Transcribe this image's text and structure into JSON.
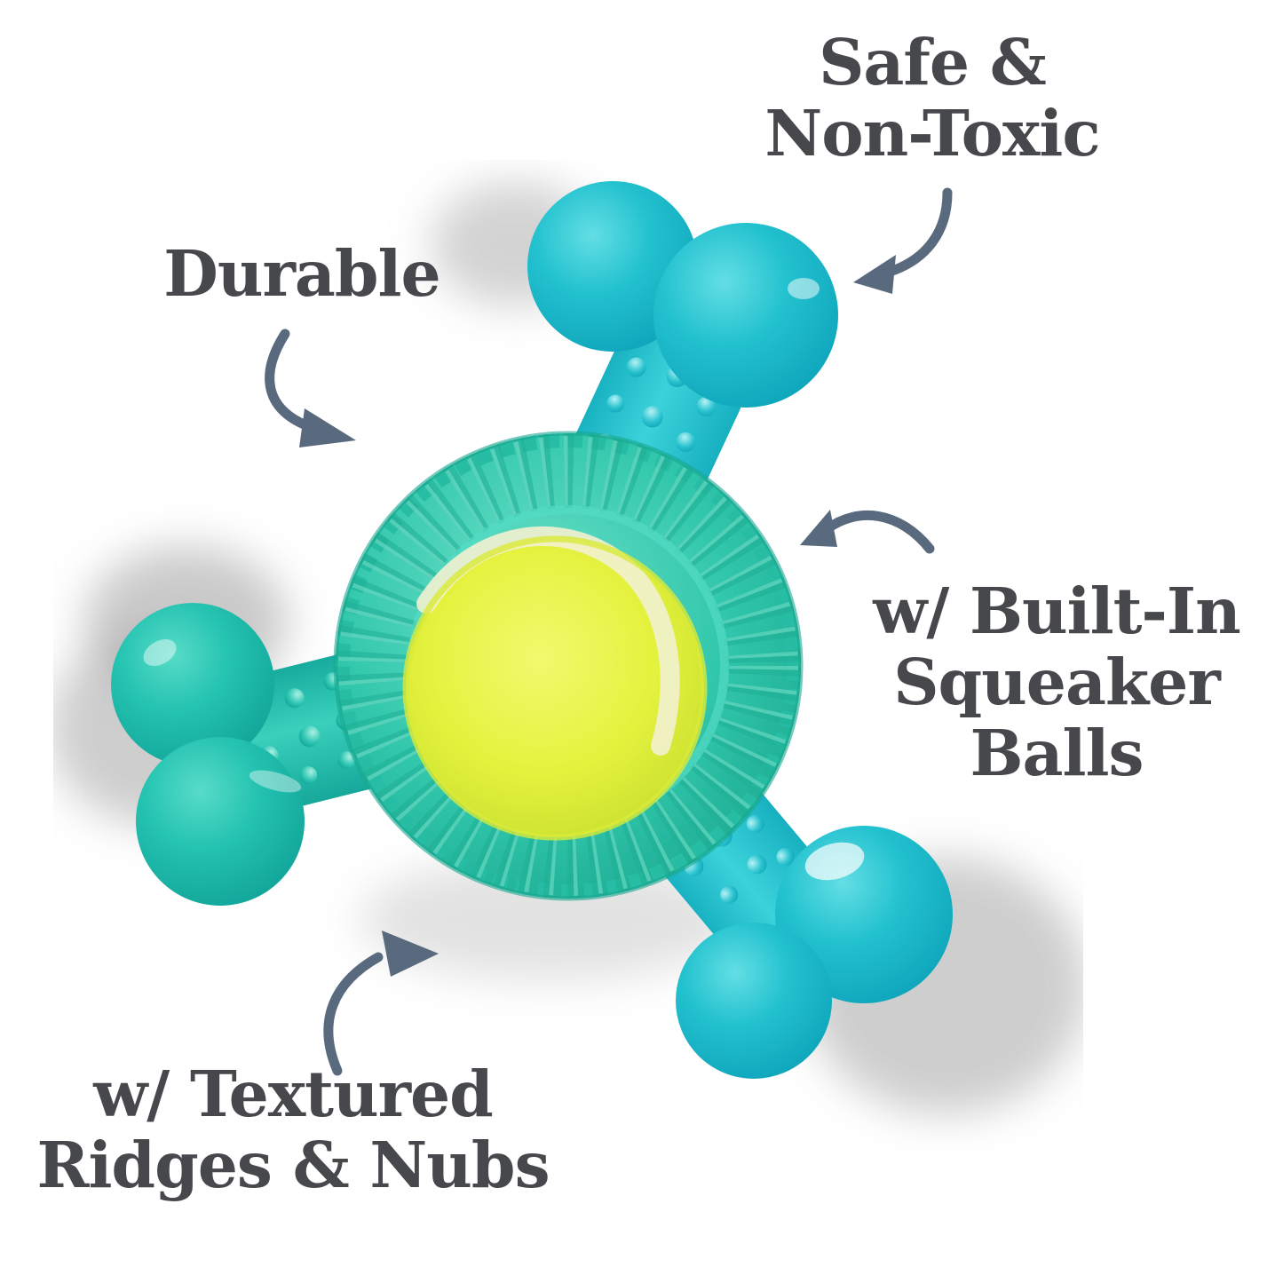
{
  "page": {
    "background": "#ffffff"
  },
  "colors": {
    "page_bg": "#ffffff",
    "label_text": "#47484c",
    "arrow": "#5a6a7e",
    "toy_cyan": "#1cbfca",
    "toy_teal": "#2fc7ae",
    "ball_yellow": "#e4f23d",
    "ball_seam": "#f2f1cf",
    "shadow": "#9e9e9e"
  },
  "toy_description": "Teal rubber dog chew toy with three bone-shaped textured arms around a ribbed center ring holding a yellow tennis ball",
  "callouts": {
    "safe_non_toxic": {
      "lines": [
        "Safe &",
        "Non-Toxic"
      ]
    },
    "durable": {
      "lines": [
        "Durable"
      ]
    },
    "built_in_squeaker": {
      "lines": [
        "w/ Built-In",
        "Squeaker",
        "Balls"
      ]
    },
    "textured_ridges": {
      "lines": [
        "w/ Textured",
        "Ridges & Nubs"
      ]
    }
  }
}
